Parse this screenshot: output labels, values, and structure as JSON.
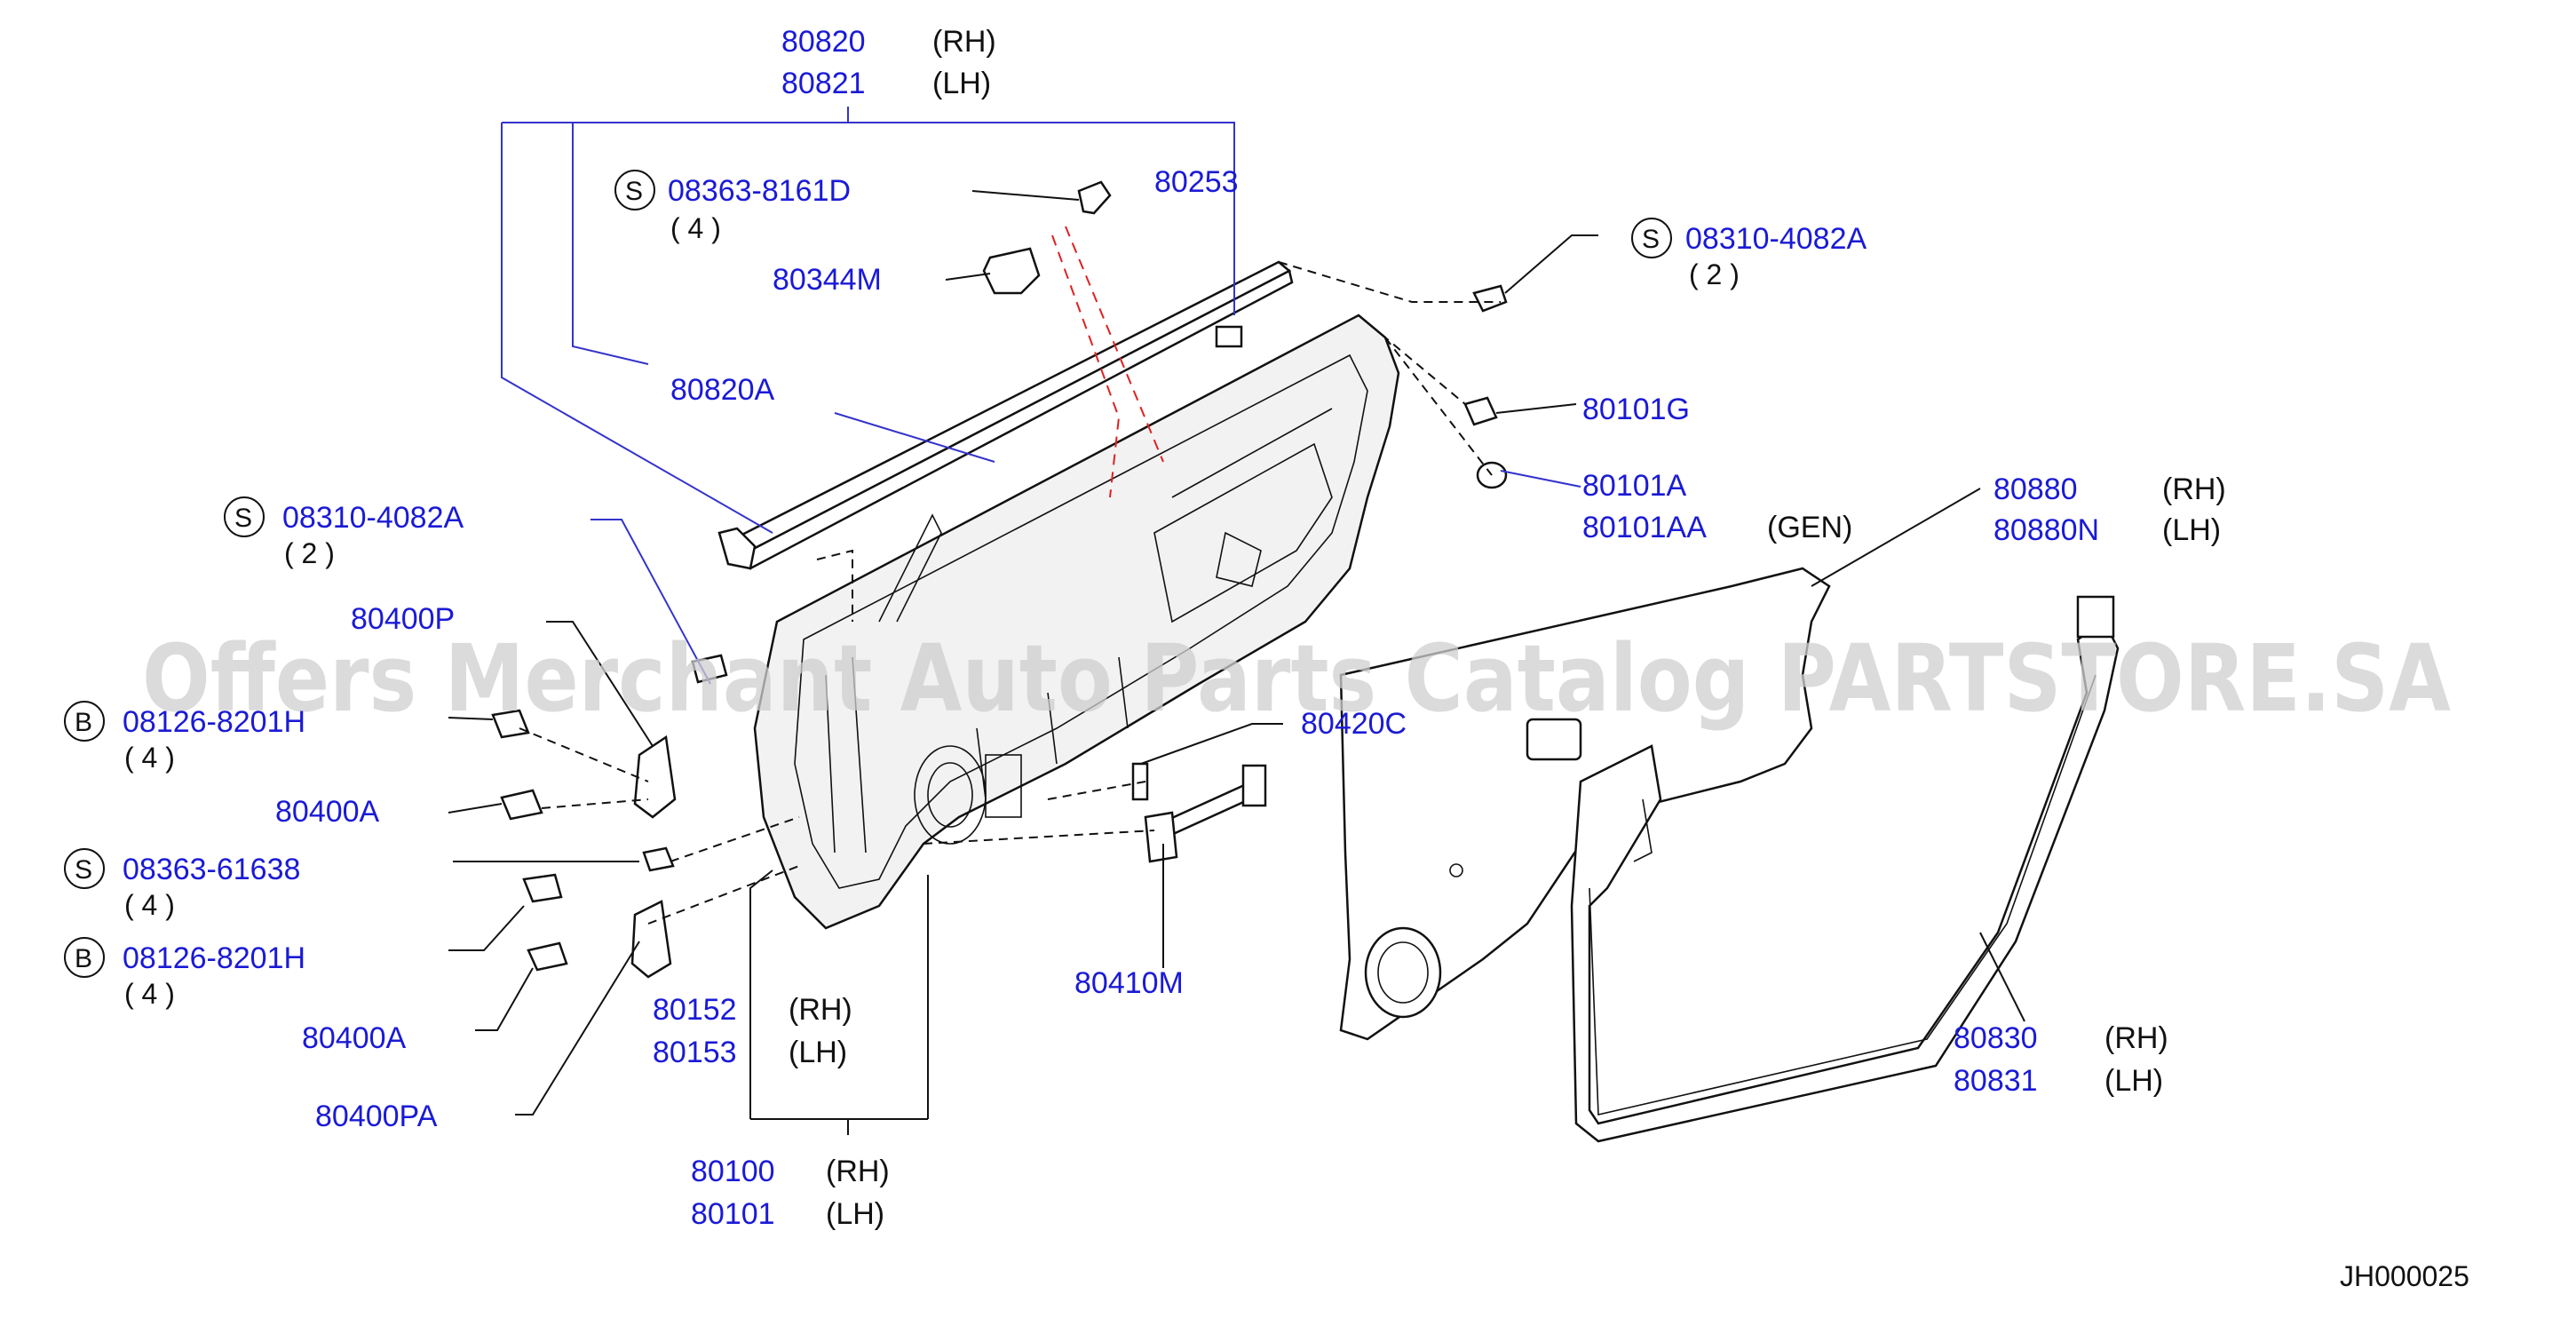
{
  "watermark": "Offers Merchant Auto Parts Catalog PARTSTORE.SA",
  "diagram_code": "JH000025",
  "callouts": [
    {
      "id": "c80820",
      "number": "80820",
      "side": "(RH)"
    },
    {
      "id": "c80821",
      "number": "80821",
      "side": "(LH)"
    },
    {
      "id": "c08363a",
      "badge": "S",
      "number": "08363-8161D",
      "qty": "( 4 )"
    },
    {
      "id": "c80253",
      "number": "80253"
    },
    {
      "id": "c80344m",
      "number": "80344M"
    },
    {
      "id": "c08310a",
      "badge": "S",
      "number": "08310-4082A",
      "qty": "( 2 )"
    },
    {
      "id": "c80820a",
      "number": "80820A"
    },
    {
      "id": "c80101g",
      "number": "80101G"
    },
    {
      "id": "c08310b",
      "badge": "S",
      "number": "08310-4082A",
      "qty": "( 2 )"
    },
    {
      "id": "c80101a",
      "number": "80101A"
    },
    {
      "id": "c80101aa",
      "number": "80101AA",
      "side": "(GEN)"
    },
    {
      "id": "c80880",
      "number": "80880",
      "side": "(RH)"
    },
    {
      "id": "c80880n",
      "number": "80880N",
      "side": "(LH)"
    },
    {
      "id": "c80400p",
      "number": "80400P"
    },
    {
      "id": "c08126a",
      "badge": "B",
      "number": "08126-8201H",
      "qty": "( 4 )"
    },
    {
      "id": "c80420c",
      "number": "80420C"
    },
    {
      "id": "c80400a1",
      "number": "80400A"
    },
    {
      "id": "c08363b",
      "badge": "S",
      "number": "08363-61638",
      "qty": "( 4 )"
    },
    {
      "id": "c08126b",
      "badge": "B",
      "number": "08126-8201H",
      "qty": "( 4 )"
    },
    {
      "id": "c80410m",
      "number": "80410M"
    },
    {
      "id": "c80152",
      "number": "80152",
      "side": "(RH)"
    },
    {
      "id": "c80153",
      "number": "80153",
      "side": "(LH)"
    },
    {
      "id": "c80400a2",
      "number": "80400A"
    },
    {
      "id": "c80830",
      "number": "80830",
      "side": "(RH)"
    },
    {
      "id": "c80831",
      "number": "80831",
      "side": "(LH)"
    },
    {
      "id": "c80400pa",
      "number": "80400PA"
    },
    {
      "id": "c80100",
      "number": "80100",
      "side": "(RH)"
    },
    {
      "id": "c80101",
      "number": "80101",
      "side": "(LH)"
    }
  ]
}
